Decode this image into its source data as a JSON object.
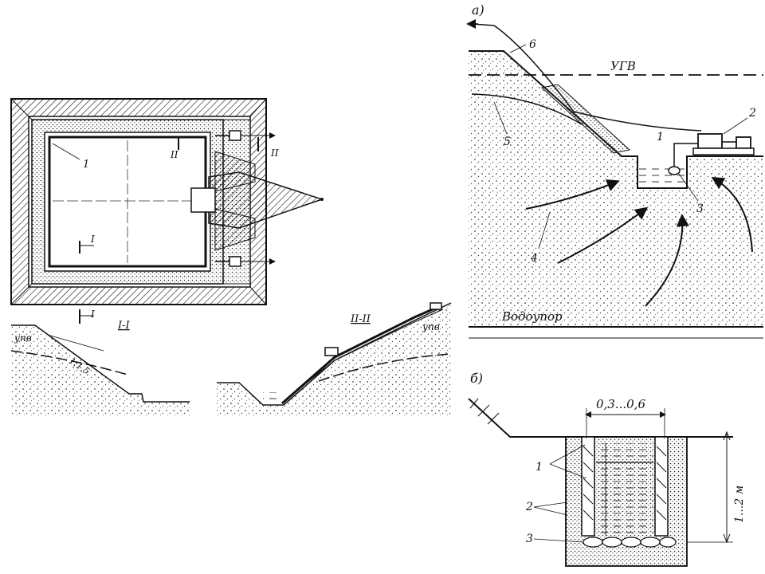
{
  "plan": {
    "label_1": "1",
    "label_II": "II",
    "label_II_b": "II",
    "label_I": "I",
    "label_I_b": "I"
  },
  "section_I": {
    "title": "I-I",
    "level": "упв",
    "slope": "1:1,5"
  },
  "section_II": {
    "title": "II-II",
    "level": "упв"
  },
  "panel_a": {
    "tag": "а)",
    "groundwater": "УГВ",
    "aquitard": "Водоупор",
    "labels": [
      "1",
      "2",
      "3",
      "4",
      "5",
      "6"
    ]
  },
  "panel_b": {
    "tag": "б)",
    "width_dim": "0,3...0,6",
    "depth_dim": "1...2 м",
    "labels": [
      "1",
      "2",
      "3"
    ]
  },
  "colors": {
    "ink": "#111111",
    "soil_dot": "#444444",
    "background": "#ffffff"
  }
}
